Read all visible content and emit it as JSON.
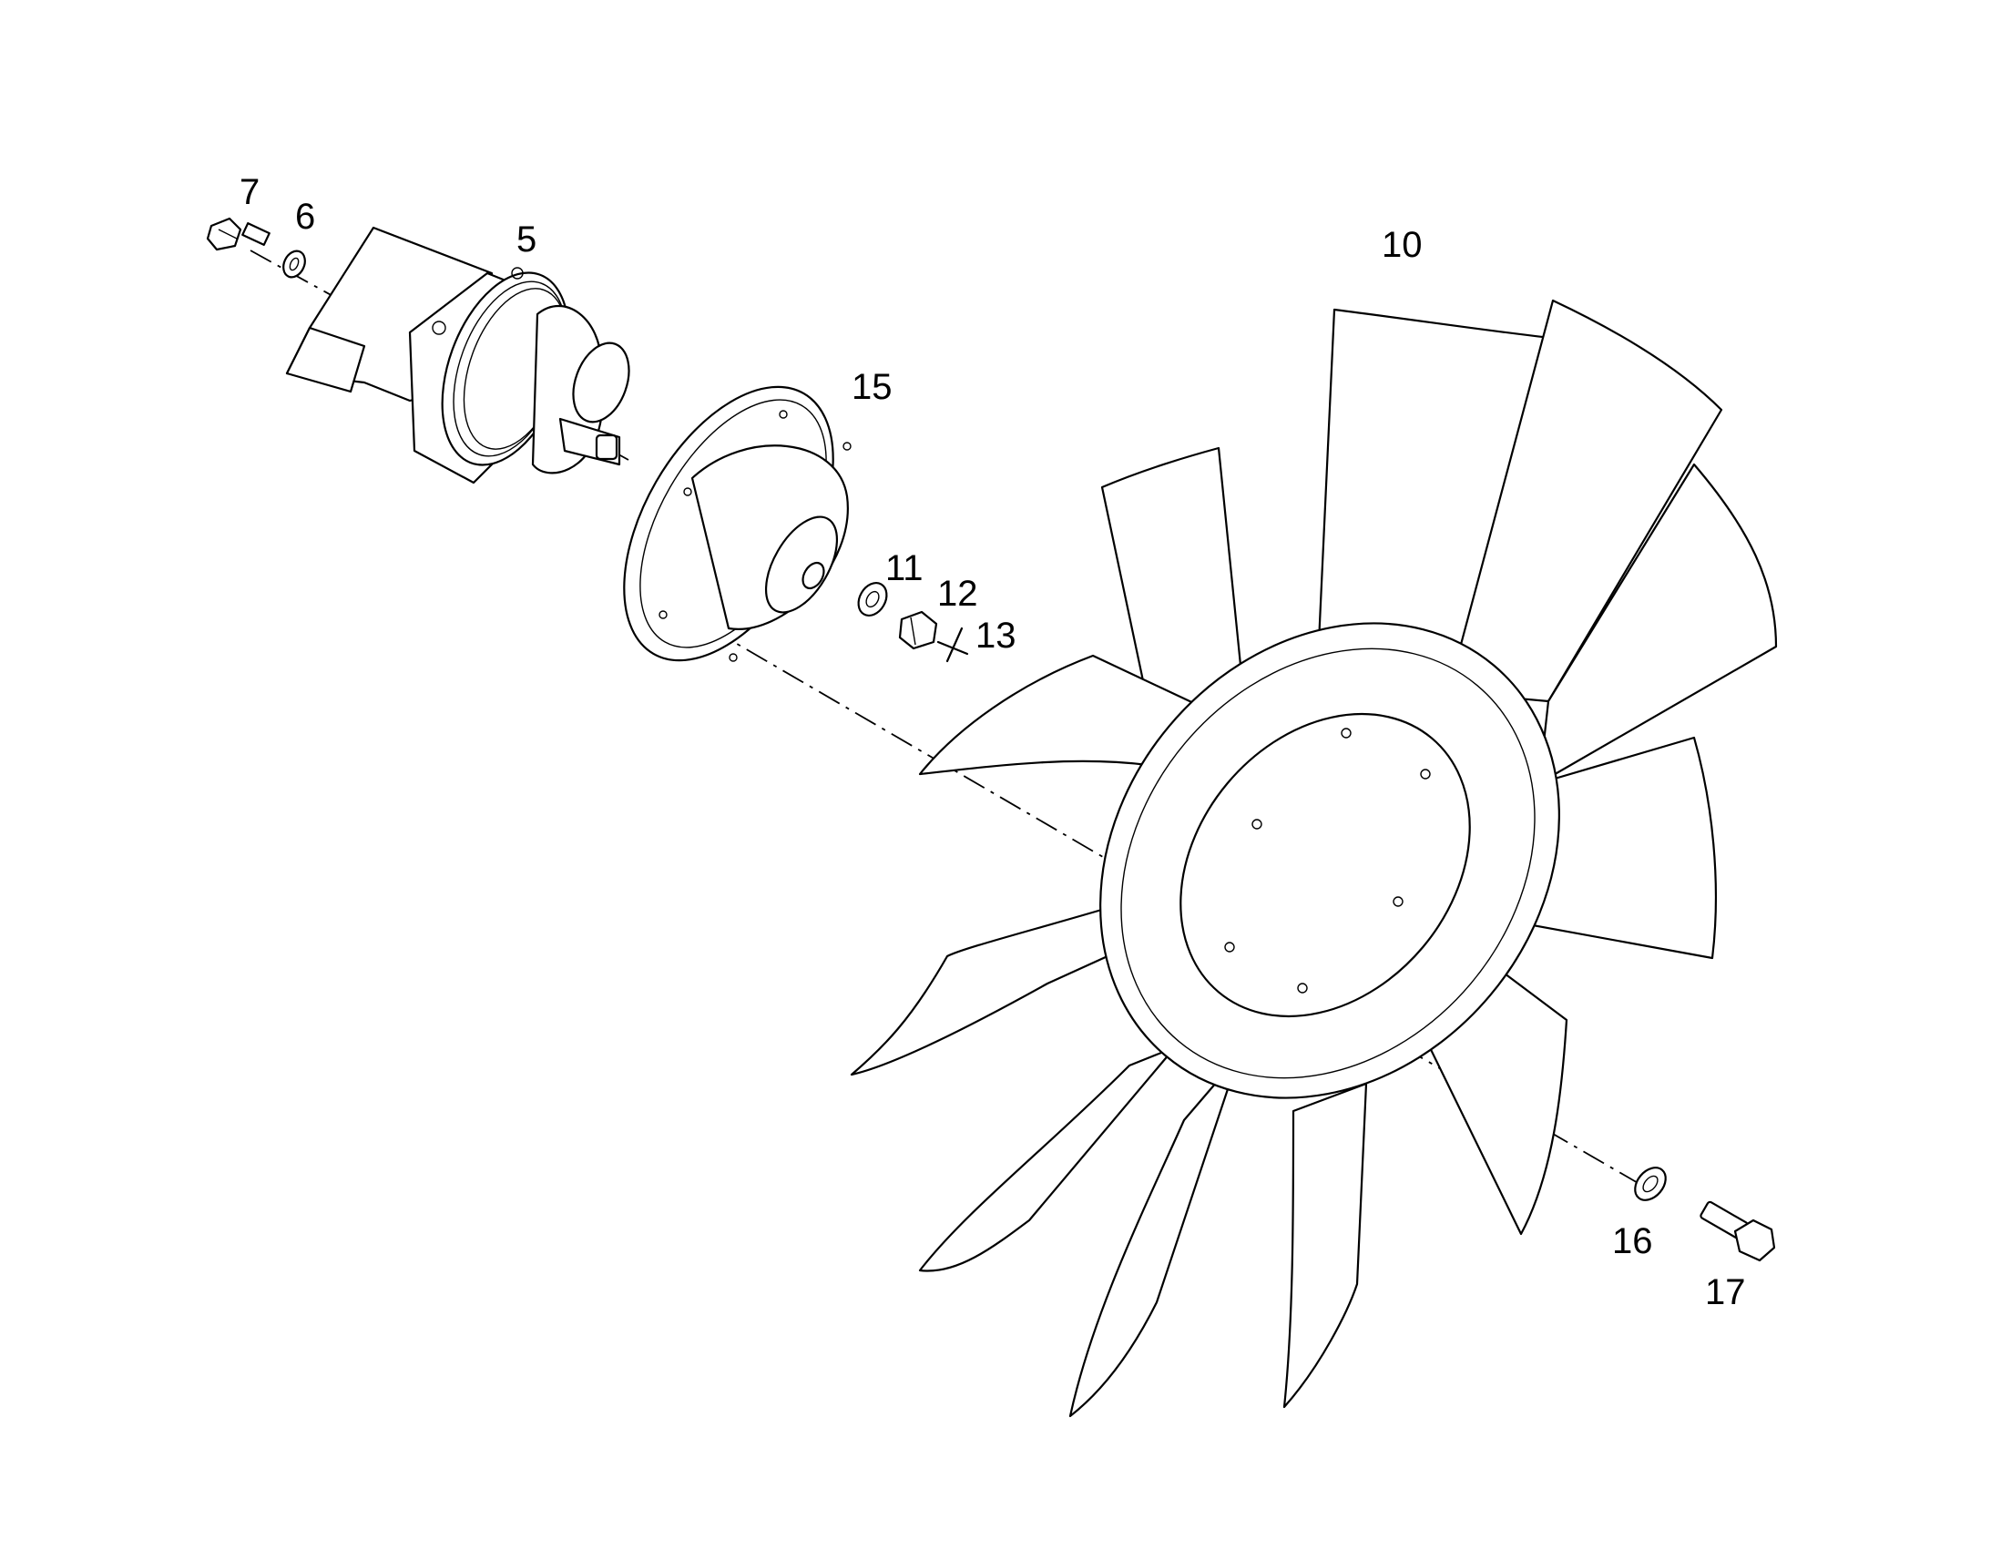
{
  "diagram": {
    "callouts": {
      "p7": "7",
      "p6": "6",
      "p5": "5",
      "p10": "10",
      "p15": "15",
      "p11": "11",
      "p12": "12",
      "p13": "13",
      "p16": "16",
      "p17": "17"
    }
  }
}
